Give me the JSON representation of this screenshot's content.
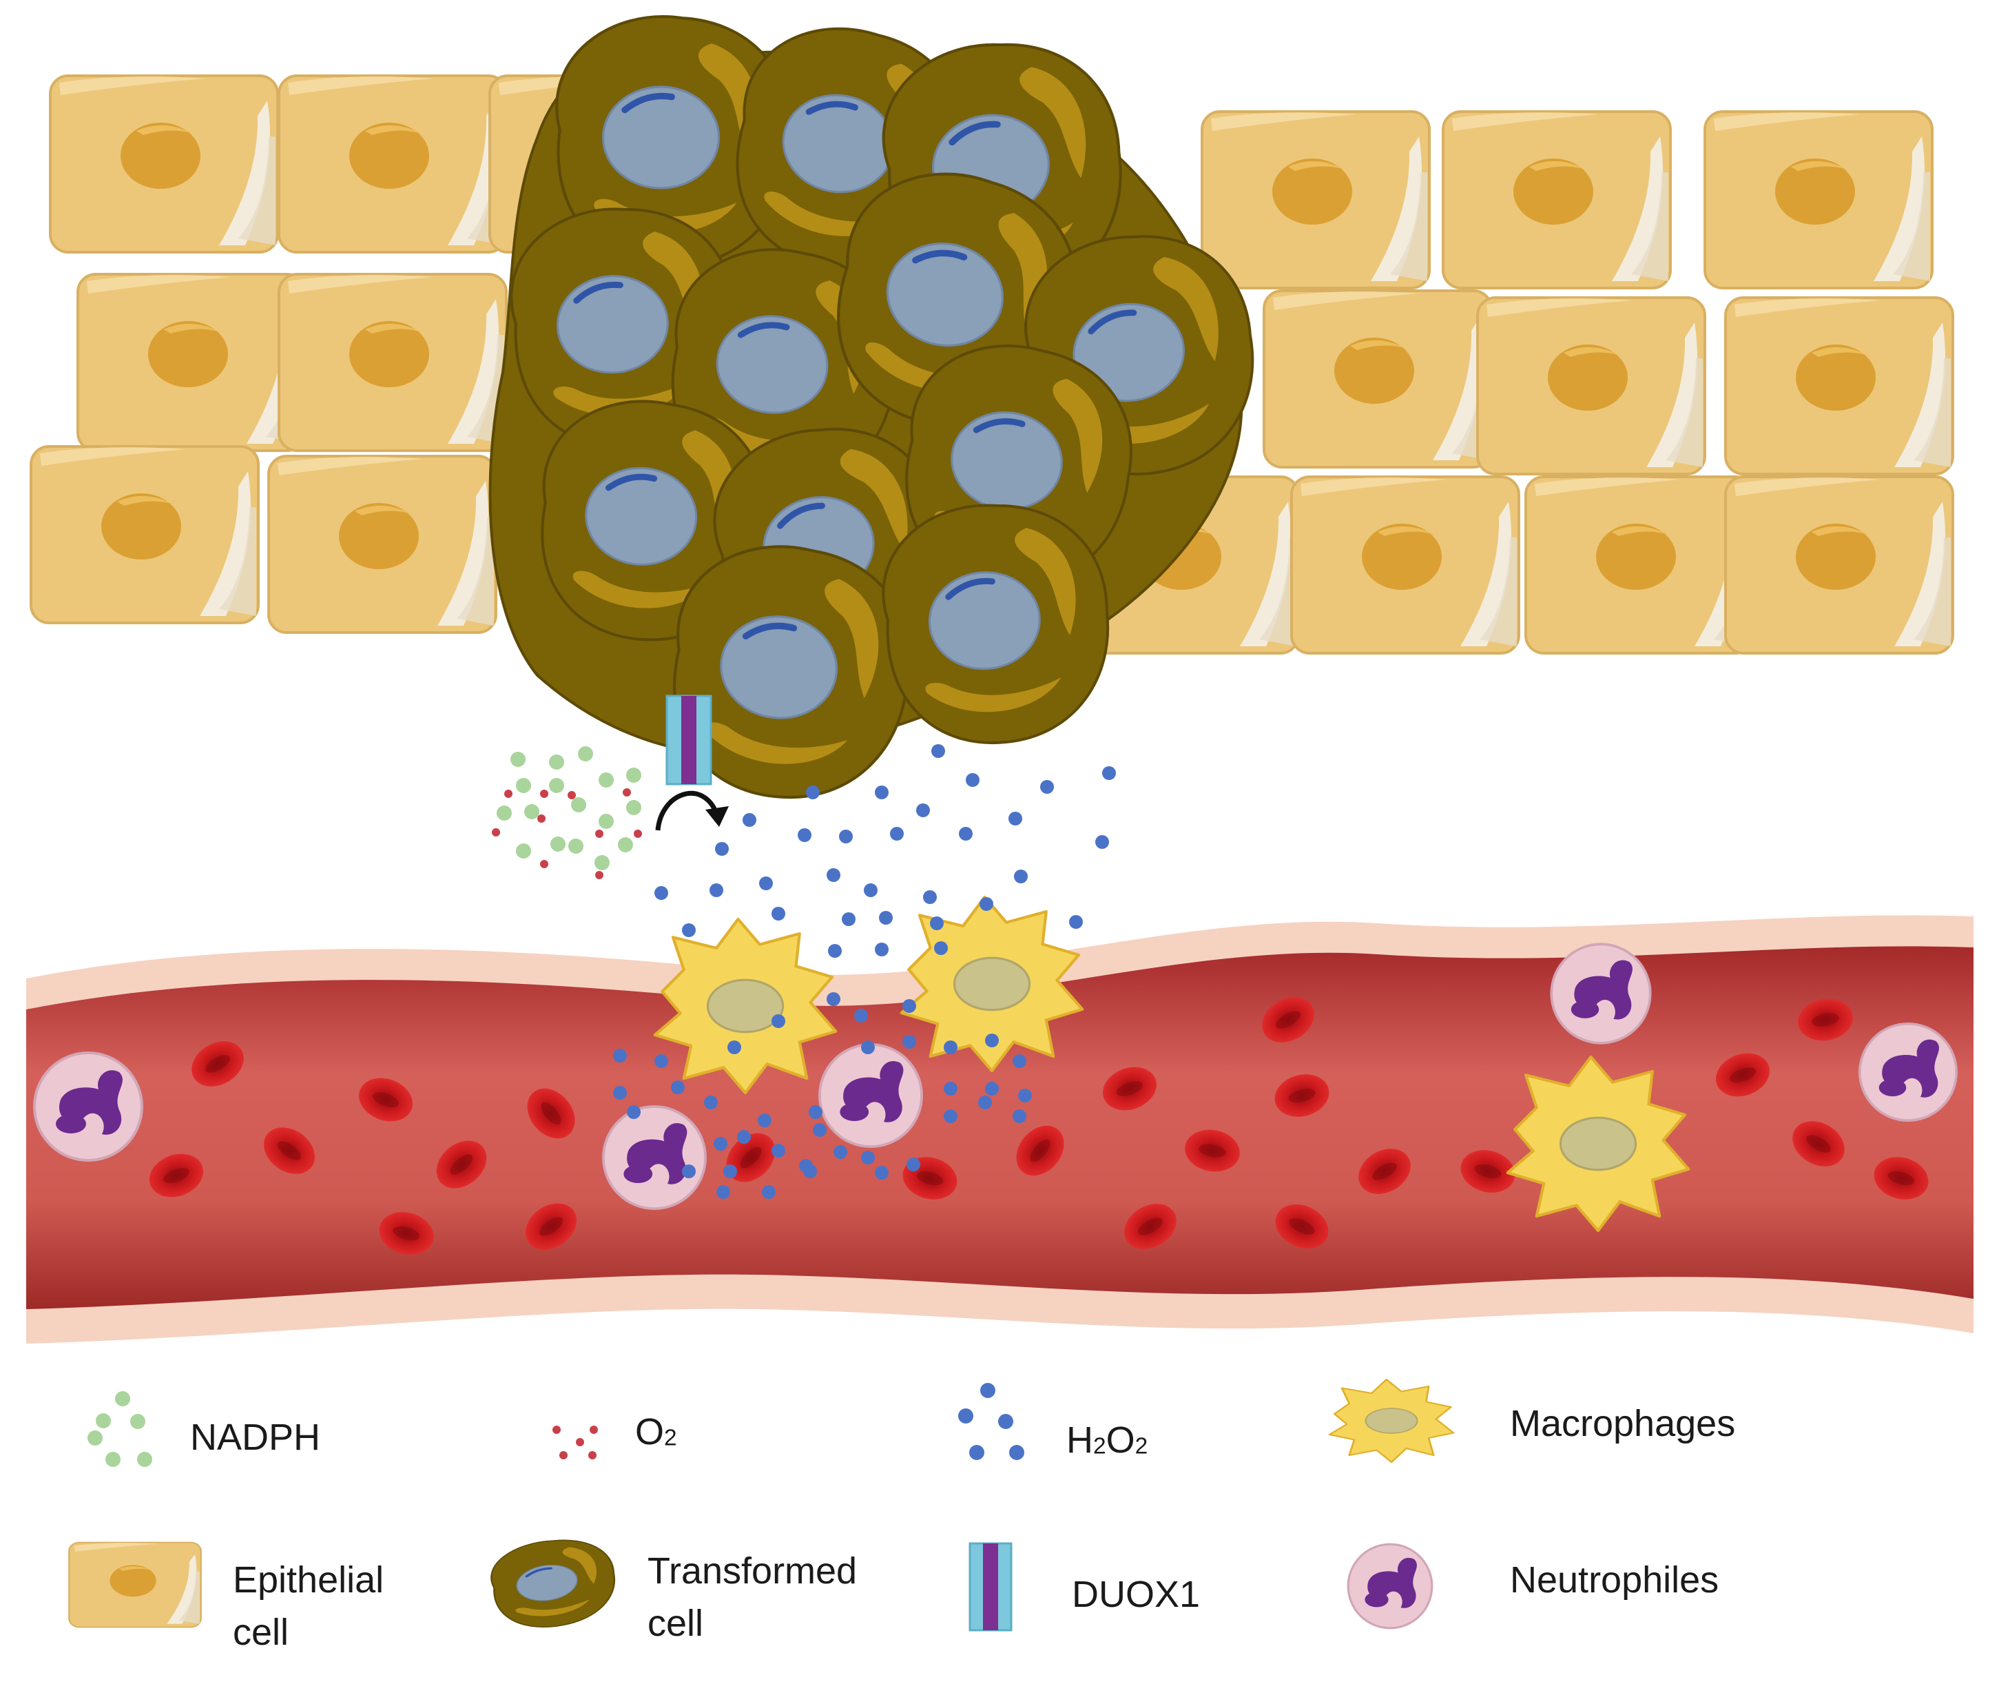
{
  "colors": {
    "epithelial_body": "#ecc77a",
    "epithelial_nucleus": "#dba033",
    "transformed_body": "#7a6207",
    "transformed_cytoplasm": "#b48d16",
    "transformed_nucleus": "#8a9fb8",
    "vessel_outer": "#f6d2c1",
    "vessel_inner": "#d86458",
    "red_blood_cell": "#c8161b",
    "macrophage": "#f6d65a",
    "neutrophil": "#ecc8d2",
    "neutrophil_nucleus": "#6b2a8e",
    "nadph": "#a9d49b",
    "o2": "#c9404a",
    "h2o2": "#4a73c8",
    "duox_outer": "#7ec8de",
    "duox_inner": "#7d2f92"
  },
  "legend": {
    "nadph": {
      "text": "NADPH",
      "icon": "nadph-dots-icon"
    },
    "o2": {
      "base": "O",
      "sub": "2",
      "icon": "o2-dots-icon"
    },
    "h2o2": {
      "h": "H",
      "sub1": "2",
      "o": "O",
      "sub2": "2",
      "icon": "h2o2-dots-icon"
    },
    "macrophages": {
      "text": "Macrophages",
      "icon": "macrophage-icon"
    },
    "epithelial": {
      "line1": "Epithelial",
      "line2": "cell",
      "icon": "epithelial-cell-icon"
    },
    "transformed": {
      "line1": "Transformed",
      "line2": "cell",
      "icon": "transformed-cell-icon"
    },
    "duox1": {
      "text": "DUOX1",
      "icon": "duox1-channel-icon"
    },
    "neutrophiles": {
      "text": "Neutrophiles",
      "icon": "neutrophil-icon"
    }
  }
}
